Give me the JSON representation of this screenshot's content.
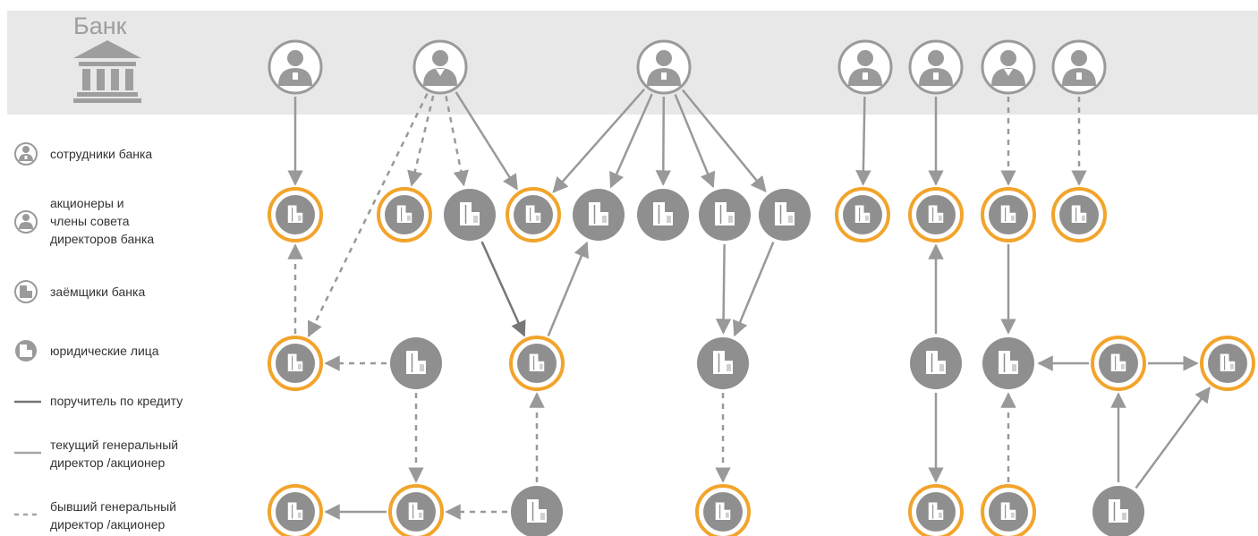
{
  "bank": {
    "title": "Банк",
    "icon": "bank-building-icon"
  },
  "legend": [
    {
      "key": "employee",
      "lines": [
        "сотрудники банка"
      ],
      "icon": "employee-icon"
    },
    {
      "key": "shareholder",
      "lines": [
        "акционеры и",
        "члены совета",
        "директоров банка"
      ],
      "icon": "shareholder-icon"
    },
    {
      "key": "borrower",
      "lines": [
        "заёмщики банка"
      ],
      "icon": "borrower-icon"
    },
    {
      "key": "legal_entity",
      "lines": [
        "юридические лица"
      ],
      "icon": "legal-entity-icon"
    },
    {
      "key": "guarantor",
      "lines": [
        "поручитель по кредиту"
      ],
      "icon": "guarantor-line-icon"
    },
    {
      "key": "current_director",
      "lines": [
        "текущий генеральный",
        "директор /акционер"
      ],
      "icon": "current-director-line-icon"
    },
    {
      "key": "former_director",
      "lines": [
        "бывший генеральный",
        "директор /акционер"
      ],
      "icon": "former-director-line-icon"
    }
  ],
  "colors": {
    "band": "#e8e8e8",
    "node_gray": "#8f8f8f",
    "borrower_ring": "#f2a42b",
    "edge": "#999999",
    "edge_dark": "#777777"
  },
  "nodes": [
    {
      "id": "p1",
      "type": "employee"
    },
    {
      "id": "p2",
      "type": "shareholder"
    },
    {
      "id": "p3",
      "type": "employee"
    },
    {
      "id": "p4",
      "type": "employee"
    },
    {
      "id": "p5",
      "type": "employee"
    },
    {
      "id": "p6",
      "type": "shareholder"
    },
    {
      "id": "p7",
      "type": "employee"
    },
    {
      "id": "r1a",
      "type": "borrower"
    },
    {
      "id": "r1b",
      "type": "borrower"
    },
    {
      "id": "r1c",
      "type": "legal_entity"
    },
    {
      "id": "r1d",
      "type": "borrower"
    },
    {
      "id": "r1e",
      "type": "legal_entity"
    },
    {
      "id": "r1f",
      "type": "legal_entity"
    },
    {
      "id": "r1g",
      "type": "legal_entity"
    },
    {
      "id": "r1h",
      "type": "legal_entity"
    },
    {
      "id": "r1i",
      "type": "borrower"
    },
    {
      "id": "r1j",
      "type": "borrower"
    },
    {
      "id": "r1k",
      "type": "borrower"
    },
    {
      "id": "r1l",
      "type": "borrower"
    },
    {
      "id": "r2a",
      "type": "borrower"
    },
    {
      "id": "r2b",
      "type": "legal_entity"
    },
    {
      "id": "r2c",
      "type": "borrower"
    },
    {
      "id": "r2d",
      "type": "legal_entity"
    },
    {
      "id": "r2e",
      "type": "legal_entity"
    },
    {
      "id": "r2f",
      "type": "legal_entity"
    },
    {
      "id": "r2g",
      "type": "borrower"
    },
    {
      "id": "r2h",
      "type": "borrower"
    },
    {
      "id": "r3a",
      "type": "borrower"
    },
    {
      "id": "r3b",
      "type": "borrower"
    },
    {
      "id": "r3c",
      "type": "legal_entity"
    },
    {
      "id": "r3d",
      "type": "borrower"
    },
    {
      "id": "r3e",
      "type": "borrower"
    },
    {
      "id": "r3f",
      "type": "borrower"
    },
    {
      "id": "r3g",
      "type": "legal_entity"
    }
  ],
  "edges": [
    {
      "from": "p1",
      "to": "r1a",
      "style": "current"
    },
    {
      "from": "p2",
      "to": "r2a",
      "style": "former"
    },
    {
      "from": "p2",
      "to": "r1b",
      "style": "former"
    },
    {
      "from": "p2",
      "to": "r1c",
      "style": "former"
    },
    {
      "from": "p2",
      "to": "r1d",
      "style": "current"
    },
    {
      "from": "p3",
      "to": "r1d",
      "style": "current"
    },
    {
      "from": "p3",
      "to": "r1e",
      "style": "current"
    },
    {
      "from": "p3",
      "to": "r1f",
      "style": "current"
    },
    {
      "from": "p3",
      "to": "r1g",
      "style": "current"
    },
    {
      "from": "p3",
      "to": "r1h",
      "style": "current"
    },
    {
      "from": "p4",
      "to": "r1i",
      "style": "current"
    },
    {
      "from": "p5",
      "to": "r1j",
      "style": "current"
    },
    {
      "from": "p6",
      "to": "r1k",
      "style": "former"
    },
    {
      "from": "p7",
      "to": "r1l",
      "style": "former"
    },
    {
      "from": "r2a",
      "to": "r1a",
      "style": "former"
    },
    {
      "from": "r2b",
      "to": "r2a",
      "style": "former"
    },
    {
      "from": "r2b",
      "to": "r3b",
      "style": "former"
    },
    {
      "from": "r1c",
      "to": "r2c",
      "style": "guarantor"
    },
    {
      "from": "r2c",
      "to": "r1e",
      "style": "current"
    },
    {
      "from": "r1g",
      "to": "r2d",
      "style": "current"
    },
    {
      "from": "r1h",
      "to": "r2d",
      "style": "current"
    },
    {
      "from": "r2d",
      "to": "r3d",
      "style": "former"
    },
    {
      "from": "r2e",
      "to": "r1j",
      "style": "current"
    },
    {
      "from": "r2e",
      "to": "r3e",
      "style": "current"
    },
    {
      "from": "r1k",
      "to": "r2f",
      "style": "current"
    },
    {
      "from": "r2g",
      "to": "r2f",
      "style": "current"
    },
    {
      "from": "r2g",
      "to": "r2h",
      "style": "current"
    },
    {
      "from": "r3f",
      "to": "r2f",
      "style": "former"
    },
    {
      "from": "r3g",
      "to": "r2g",
      "style": "current"
    },
    {
      "from": "r3g",
      "to": "r2h",
      "style": "current"
    },
    {
      "from": "r3b",
      "to": "r3a",
      "style": "current"
    },
    {
      "from": "r3c",
      "to": "r3b",
      "style": "former"
    },
    {
      "from": "r3c",
      "to": "r2c",
      "style": "former"
    }
  ]
}
